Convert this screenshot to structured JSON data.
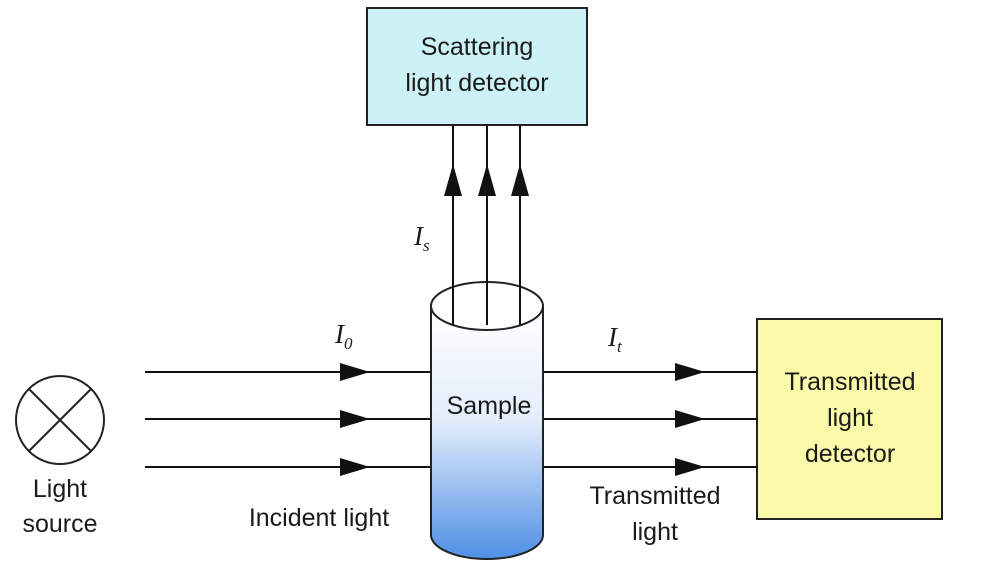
{
  "scatter_detector": {
    "line1": "Scattering",
    "line2": "light detector",
    "fill": "#ccf2f7"
  },
  "transmit_detector": {
    "line1": "Transmitted",
    "line2": "light",
    "line3": "detector",
    "fill": "#fafaa8"
  },
  "sample": {
    "label": "Sample"
  },
  "light_source": {
    "line1": "Light",
    "line2": "source"
  },
  "incident": {
    "label": "Incident light",
    "symbol": "I",
    "subscript": "0"
  },
  "transmitted": {
    "line1": "Transmitted",
    "line2": "light",
    "symbol": "I",
    "subscript": "t"
  },
  "scattered": {
    "symbol": "I",
    "subscript": "s"
  }
}
